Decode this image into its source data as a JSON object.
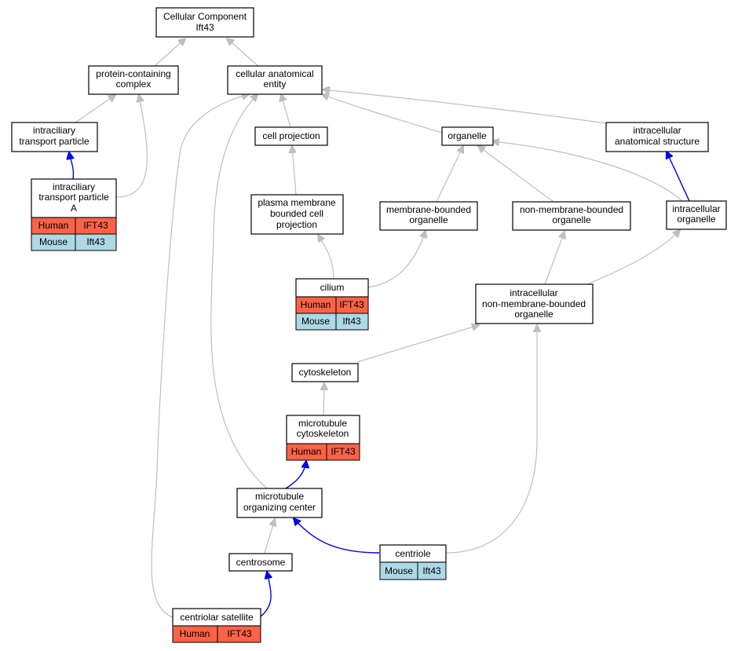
{
  "colors": {
    "human": "#fa6347",
    "mouse": "#add8e6",
    "edge_is_a": "#bfbfbf",
    "edge_part_of": "#0000ee"
  },
  "nodes": {
    "root": {
      "lines": [
        "Cellular Component",
        "Ift43"
      ]
    },
    "protein_complex": {
      "lines": [
        "protein-containing",
        "complex"
      ]
    },
    "cellular_anatomical_entity": {
      "lines": [
        "cellular anatomical",
        "entity"
      ]
    },
    "ift_particle": {
      "lines": [
        "intraciliary",
        "transport particle"
      ]
    },
    "ift_particle_a": {
      "lines": [
        "intraciliary",
        "transport particle",
        "A"
      ],
      "annotations": [
        {
          "species": "Human",
          "gene": "IFT43"
        },
        {
          "species": "Mouse",
          "gene": "Ift43"
        }
      ]
    },
    "cell_projection": {
      "lines": [
        "cell projection"
      ]
    },
    "organelle": {
      "lines": [
        "organelle"
      ]
    },
    "intracellular_structure": {
      "lines": [
        "intracellular",
        "anatomical structure"
      ]
    },
    "pm_bounded_projection": {
      "lines": [
        "plasma membrane",
        "bounded cell",
        "projection"
      ]
    },
    "membrane_bounded": {
      "lines": [
        "membrane-bounded",
        "organelle"
      ]
    },
    "non_membrane_bounded": {
      "lines": [
        "non-membrane-bounded",
        "organelle"
      ]
    },
    "intracellular_organelle": {
      "lines": [
        "intracellular",
        "organelle"
      ]
    },
    "cilium": {
      "lines": [
        "cilium"
      ],
      "annotations": [
        {
          "species": "Human",
          "gene": "IFT43"
        },
        {
          "species": "Mouse",
          "gene": "Ift43"
        }
      ]
    },
    "intracellular_nmb": {
      "lines": [
        "intracellular",
        "non-membrane-bounded",
        "organelle"
      ]
    },
    "cytoskeleton": {
      "lines": [
        "cytoskeleton"
      ]
    },
    "microtubule_cytoskeleton": {
      "lines": [
        "microtubule",
        "cytoskeleton"
      ],
      "annotations": [
        {
          "species": "Human",
          "gene": "IFT43"
        }
      ]
    },
    "mtoc": {
      "lines": [
        "microtubule",
        "organizing center"
      ]
    },
    "centrosome": {
      "lines": [
        "centrosome"
      ]
    },
    "centriole": {
      "lines": [
        "centriole"
      ],
      "annotations": [
        {
          "species": "Mouse",
          "gene": "Ift43"
        }
      ]
    },
    "centriolar_satellite": {
      "lines": [
        "centriolar satellite"
      ],
      "annotations": [
        {
          "species": "Human",
          "gene": "IFT43"
        }
      ]
    }
  }
}
